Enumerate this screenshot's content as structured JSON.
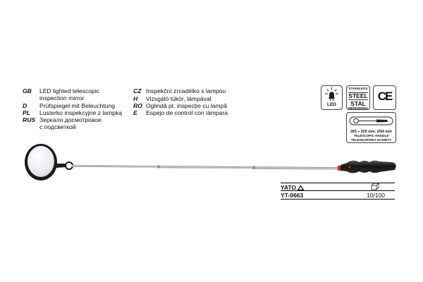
{
  "languages": [
    {
      "code": "GB",
      "lines": [
        "LED lighted telescopic",
        "inspection mirror"
      ]
    },
    {
      "code": "D",
      "lines": [
        "Prüfspiegel mit Beleuchtung"
      ]
    },
    {
      "code": "PL",
      "lines": [
        "Lusterko inspekcyjne z lampką"
      ]
    },
    {
      "code": "RUS",
      "lines": [
        "Зеркало досмотровое",
        "с подсветкой"
      ]
    },
    {
      "code": "CZ",
      "lines": [
        "Inspekční zrcadélko s lampou"
      ]
    },
    {
      "code": "H",
      "lines": [
        "Vizsgáló tükör, lámpával"
      ]
    },
    {
      "code": "RO",
      "lines": [
        "Oglindă pt. inspecție cu lampă"
      ]
    },
    {
      "code": "E",
      "lines": [
        "Espejo de control con lámpara"
      ]
    }
  ],
  "badges": {
    "led": "LED",
    "stainless": {
      "l1": "STAINLESS",
      "l2": "STEEL",
      "l3": "STAL",
      "l4": "NIERDZEWNA"
    },
    "ce": "CE",
    "telescopic": {
      "dimensions": "265 ÷ 920 mm, ∅54 mm",
      "en": "TELESCOPIC HANDLE",
      "pl": "TELESKOPOWY UCHWYT"
    }
  },
  "footer": {
    "brand": "YATO",
    "model": "YT-0663",
    "packing": "10/100"
  },
  "colors": {
    "handle": "#222222",
    "accent": "#cc2222",
    "metal": "#b9bec4"
  }
}
